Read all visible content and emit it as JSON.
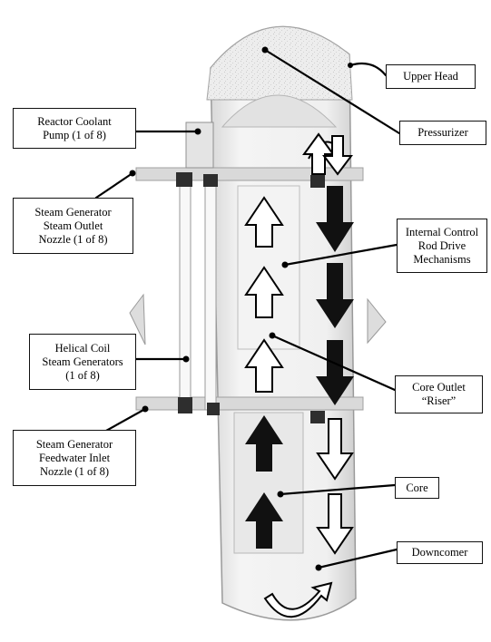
{
  "labels": {
    "upper_head": [
      "Upper Head"
    ],
    "pressurizer": [
      "Pressurizer"
    ],
    "reactor_coolant_pump": [
      "Reactor Coolant",
      "Pump (1 of 8)"
    ],
    "sg_steam_outlet_nozzle": [
      "Steam Generator",
      "Steam Outlet",
      "Nozzle (1 of 8)"
    ],
    "internal_crdm": [
      "Internal Control",
      "Rod Drive",
      "Mechanisms"
    ],
    "helical_coil_sg": [
      "Helical Coil",
      "Steam Generators",
      "(1 of 8)"
    ],
    "core_outlet_riser": [
      "Core Outlet",
      "“Riser”"
    ],
    "sg_feedwater_inlet_nozzle": [
      "Steam Generator",
      "Feedwater Inlet",
      "Nozzle (1 of 8)"
    ],
    "core": [
      "Core"
    ],
    "downcomer": [
      "Downcomer"
    ]
  },
  "colors": {
    "vessel_fill": "#ececec",
    "vessel_edge": "#9a9a9a",
    "component_dark": "#2e2e2e",
    "upflow_arrow": "#ffffff",
    "downflow_arrow": "#111111",
    "leader_line": "#000000"
  }
}
